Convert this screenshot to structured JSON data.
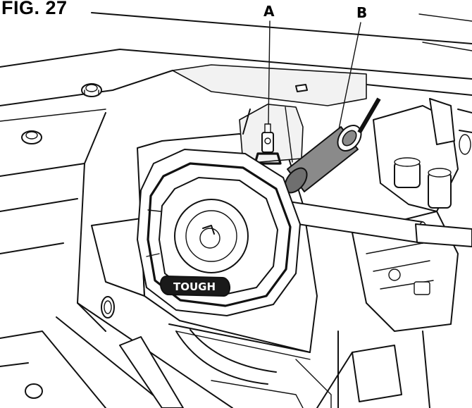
{
  "figure": {
    "title": "FIG. 27",
    "callouts": [
      {
        "id": "A",
        "text": "A"
      },
      {
        "id": "B",
        "text": "B"
      }
    ],
    "cover_logo_text": "TOUGH",
    "hose_color": "#8a8a8a",
    "line_color": "#111111"
  }
}
